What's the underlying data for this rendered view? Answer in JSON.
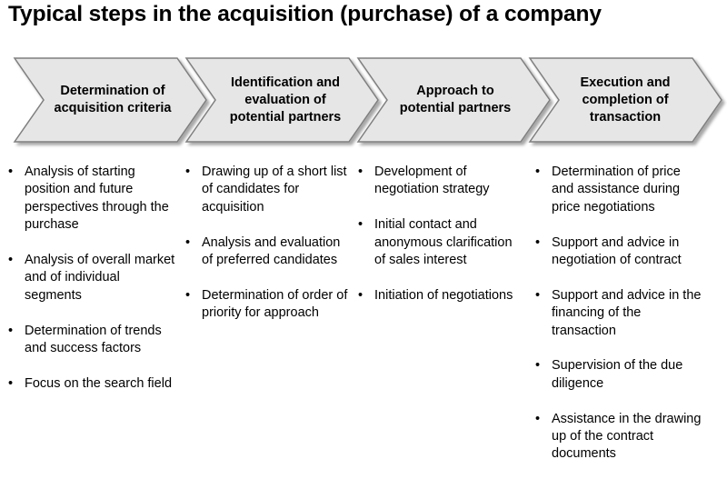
{
  "title": "Typical steps in the acquisition (purchase) of a company",
  "colors": {
    "chevron_fill": "#e6e6e6",
    "chevron_stroke": "#7f7f7f",
    "text": "#000000"
  },
  "bullet_glyph": "•",
  "steps": [
    {
      "label": "Determination of acquisition criteria",
      "items": [
        "Analysis of starting position and future perspectives through the purchase",
        "Analysis of overall market and of individual segments",
        "Determination of trends and success factors",
        "Focus on the search field"
      ]
    },
    {
      "label": "Identification and evaluation of potential partners",
      "items": [
        "Drawing up of a short list of candidates for acquisition",
        "Analysis and evaluation of preferred candidates",
        "Determination of order of priority for approach"
      ]
    },
    {
      "label": "Approach to potential partners",
      "items": [
        "Development of negotiation strategy",
        "Initial contact and anonymous clarification of sales interest",
        "Initiation of negotiations"
      ]
    },
    {
      "label": "Execution and completion of transaction",
      "items": [
        "Determination of price and assistance during price negotiations",
        "Support and advice in negotiation of contract",
        "Support and advice in the financing of the transaction",
        "Supervision of the due diligence",
        "Assistance in the drawing up of the contract documents"
      ]
    }
  ]
}
